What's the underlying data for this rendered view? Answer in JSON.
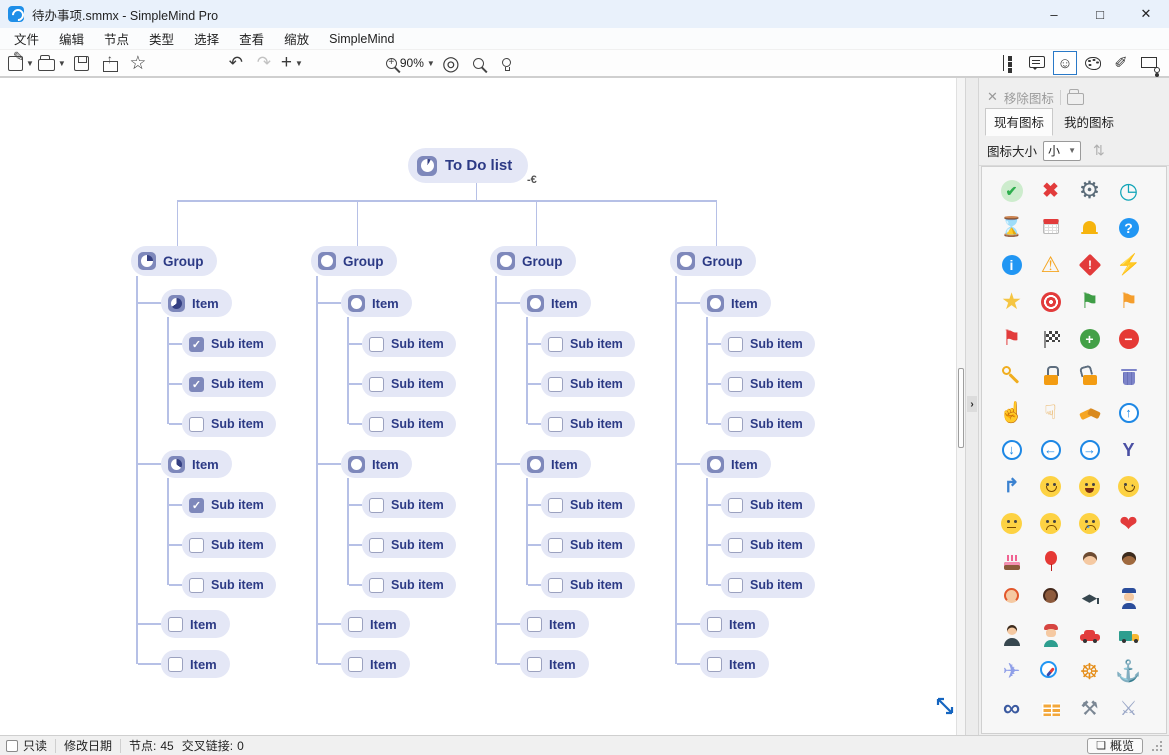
{
  "window": {
    "title": "待办事项.smmx - SimpleMind Pro",
    "controls": {
      "minimize": "–",
      "maximize": "□",
      "close": "✕"
    }
  },
  "menu": {
    "items": [
      "文件",
      "编辑",
      "节点",
      "类型",
      "选择",
      "查看",
      "缩放",
      "SimpleMind"
    ]
  },
  "toolbar": {
    "zoom_level": "90%"
  },
  "mindmap": {
    "root": {
      "label": "To Do list",
      "progress": 8
    },
    "collapse_glyph": "-€",
    "groups": [
      {
        "label": "Group",
        "progress": 25,
        "items": [
          {
            "label": "Item",
            "type": "pie",
            "progress": 65,
            "subs": [
              {
                "label": "Sub item",
                "checked": true
              },
              {
                "label": "Sub item",
                "checked": true
              },
              {
                "label": "Sub item",
                "checked": false
              }
            ]
          },
          {
            "label": "Item",
            "type": "pie",
            "progress": 35,
            "subs": [
              {
                "label": "Sub item",
                "checked": true
              },
              {
                "label": "Sub item",
                "checked": false
              },
              {
                "label": "Sub item",
                "checked": false
              }
            ]
          },
          {
            "label": "Item",
            "type": "checkbox",
            "checked": false
          },
          {
            "label": "Item",
            "type": "checkbox",
            "checked": false
          }
        ]
      },
      {
        "label": "Group",
        "progress": 0,
        "items": [
          {
            "label": "Item",
            "type": "pie",
            "progress": 0,
            "subs": [
              {
                "label": "Sub item",
                "checked": false
              },
              {
                "label": "Sub item",
                "checked": false
              },
              {
                "label": "Sub item",
                "checked": false
              }
            ]
          },
          {
            "label": "Item",
            "type": "pie",
            "progress": 0,
            "subs": [
              {
                "label": "Sub item",
                "checked": false
              },
              {
                "label": "Sub item",
                "checked": false
              },
              {
                "label": "Sub item",
                "checked": false
              }
            ]
          },
          {
            "label": "Item",
            "type": "checkbox",
            "checked": false
          },
          {
            "label": "Item",
            "type": "checkbox",
            "checked": false
          }
        ]
      },
      {
        "label": "Group",
        "progress": 0,
        "items": [
          {
            "label": "Item",
            "type": "pie",
            "progress": 0,
            "subs": [
              {
                "label": "Sub item",
                "checked": false
              },
              {
                "label": "Sub item",
                "checked": false
              },
              {
                "label": "Sub item",
                "checked": false
              }
            ]
          },
          {
            "label": "Item",
            "type": "pie",
            "progress": 0,
            "subs": [
              {
                "label": "Sub item",
                "checked": false
              },
              {
                "label": "Sub item",
                "checked": false
              },
              {
                "label": "Sub item",
                "checked": false
              }
            ]
          },
          {
            "label": "Item",
            "type": "checkbox",
            "checked": false
          },
          {
            "label": "Item",
            "type": "checkbox",
            "checked": false
          }
        ]
      },
      {
        "label": "Group",
        "progress": 0,
        "items": [
          {
            "label": "Item",
            "type": "pie",
            "progress": 0,
            "subs": [
              {
                "label": "Sub item",
                "checked": false
              },
              {
                "label": "Sub item",
                "checked": false
              },
              {
                "label": "Sub item",
                "checked": false
              }
            ]
          },
          {
            "label": "Item",
            "type": "pie",
            "progress": 0,
            "subs": [
              {
                "label": "Sub item",
                "checked": false
              },
              {
                "label": "Sub item",
                "checked": false
              },
              {
                "label": "Sub item",
                "checked": false
              }
            ]
          },
          {
            "label": "Item",
            "type": "checkbox",
            "checked": false
          },
          {
            "label": "Item",
            "type": "checkbox",
            "checked": false
          }
        ]
      }
    ]
  },
  "panel": {
    "remove_label": "移除图标",
    "tabs": [
      {
        "label": "现有图标",
        "active": true
      },
      {
        "label": "我的图标",
        "active": false
      }
    ],
    "size_label": "图标大小",
    "size_value": "小",
    "accent_color": "#2979c8",
    "icons": [
      {
        "name": "check",
        "cls": "pgreen",
        "ch": "✔"
      },
      {
        "name": "cross",
        "ch": "✖",
        "color": "#e23b3b",
        "fs": 20,
        "fw": 700
      },
      {
        "name": "gear",
        "ch": "⚙",
        "color": "#5a6b78",
        "fs": 24
      },
      {
        "name": "clock",
        "ch": "◷",
        "color": "#12a5b8",
        "fs": 22
      },
      {
        "name": "hourglass",
        "ch": "⌛",
        "color": "#a8702d",
        "fs": 19
      },
      {
        "name": "calendar",
        "cls": "cal"
      },
      {
        "name": "bell",
        "cls": "bell"
      },
      {
        "name": "question",
        "cls": "dot qdot",
        "ch": "?"
      },
      {
        "name": "info",
        "cls": "dot idot",
        "ch": "i"
      },
      {
        "name": "warning",
        "ch": "⚠",
        "color": "#f5a623",
        "fs": 22
      },
      {
        "name": "alert",
        "cls": "diamond",
        "ch": "!"
      },
      {
        "name": "lightning",
        "ch": "⚡",
        "color": "#f7b731",
        "fs": 20
      },
      {
        "name": "star",
        "ch": "★",
        "color": "#f5c542",
        "fs": 23
      },
      {
        "name": "target",
        "cls": "target"
      },
      {
        "name": "flag-green",
        "ch": "⚑",
        "color": "#3f9d46",
        "fs": 21
      },
      {
        "name": "flag-orange",
        "ch": "⚑",
        "color": "#f59e2d",
        "fs": 21
      },
      {
        "name": "flag-red",
        "ch": "⚑",
        "color": "#e23b3b",
        "fs": 21
      },
      {
        "name": "flag-checkered",
        "cls": "checker"
      },
      {
        "name": "plus",
        "cls": "dot plusdot",
        "ch": "+"
      },
      {
        "name": "minus",
        "cls": "dot minusdot",
        "ch": "−"
      },
      {
        "name": "key",
        "cls": "key"
      },
      {
        "name": "lock",
        "cls": "lock"
      },
      {
        "name": "lock-open",
        "cls": "lock open"
      },
      {
        "name": "trash",
        "cls": "trash"
      },
      {
        "name": "thumb-up",
        "ch": "☝",
        "color": "#e8a33d",
        "fs": 20
      },
      {
        "name": "thumb-down",
        "ch": "☟",
        "color": "#e8a33d",
        "fs": 20
      },
      {
        "name": "handshake",
        "cls": "shake"
      },
      {
        "name": "arrow-up-circle",
        "cls": "ring",
        "ch": "↑"
      },
      {
        "name": "arrow-down-circle",
        "cls": "ring",
        "ch": "↓"
      },
      {
        "name": "arrow-left-circle",
        "cls": "ring",
        "ch": "←"
      },
      {
        "name": "arrow-right-circle",
        "cls": "ring",
        "ch": "→"
      },
      {
        "name": "fork-arrows",
        "ch": "Y",
        "color": "#4a4fa3",
        "fs": 18,
        "fw": 700
      },
      {
        "name": "merge-arrow",
        "ch": "↱",
        "color": "#3b82d0",
        "fs": 19,
        "fw": 700
      },
      {
        "name": "smiley",
        "cls": "face smile"
      },
      {
        "name": "laughing",
        "cls": "face laugh"
      },
      {
        "name": "winking",
        "cls": "face wink"
      },
      {
        "name": "neutral-face",
        "cls": "face neutral"
      },
      {
        "name": "sad-face",
        "cls": "face sadf"
      },
      {
        "name": "crying",
        "cls": "face cry"
      },
      {
        "name": "heart",
        "ch": "❤",
        "color": "#e23b3b",
        "fs": 22
      },
      {
        "name": "birthday-cake",
        "cls": "cake"
      },
      {
        "name": "balloon",
        "cls": "balloon"
      },
      {
        "name": "boy",
        "cls": "person p-boy"
      },
      {
        "name": "boy-dark",
        "cls": "person p-boyd"
      },
      {
        "name": "woman-redhead",
        "cls": "person p-womr"
      },
      {
        "name": "woman-dark",
        "cls": "person p-womd"
      },
      {
        "name": "graduation-cap",
        "cls": "grad",
        "ch": "◆",
        "color": "#37474f",
        "fs": 20
      },
      {
        "name": "police-officer",
        "cls": "person p-police"
      },
      {
        "name": "businessman",
        "cls": "person p-biz"
      },
      {
        "name": "firefighter",
        "cls": "person p-fire"
      },
      {
        "name": "car",
        "cls": "car"
      },
      {
        "name": "truck",
        "cls": "truck"
      },
      {
        "name": "airplane",
        "ch": "✈",
        "color": "#8f9fe8",
        "fs": 21
      },
      {
        "name": "compass",
        "cls": "compass"
      },
      {
        "name": "ship-wheel",
        "ch": "☸",
        "color": "#e58e1a",
        "fs": 22
      },
      {
        "name": "anchor",
        "ch": "⚓",
        "color": "#27a6b5",
        "fs": 21
      },
      {
        "name": "binoculars",
        "ch": "∞",
        "color": "#3b5aa0",
        "fs": 24,
        "fw": 700
      },
      {
        "name": "brick-wall",
        "cls": "wall"
      },
      {
        "name": "hammer",
        "ch": "⚒",
        "color": "#7b8794",
        "fs": 20
      },
      {
        "name": "sword",
        "ch": "⚔",
        "color": "#9aa7c7",
        "fs": 20
      }
    ]
  },
  "statusbar": {
    "readonly_label": "只读",
    "modified_label": "修改日期",
    "nodes_label": "节点:",
    "nodes_value": "45",
    "links_label": "交叉链接:",
    "links_value": "0",
    "overview_label": "概览"
  }
}
